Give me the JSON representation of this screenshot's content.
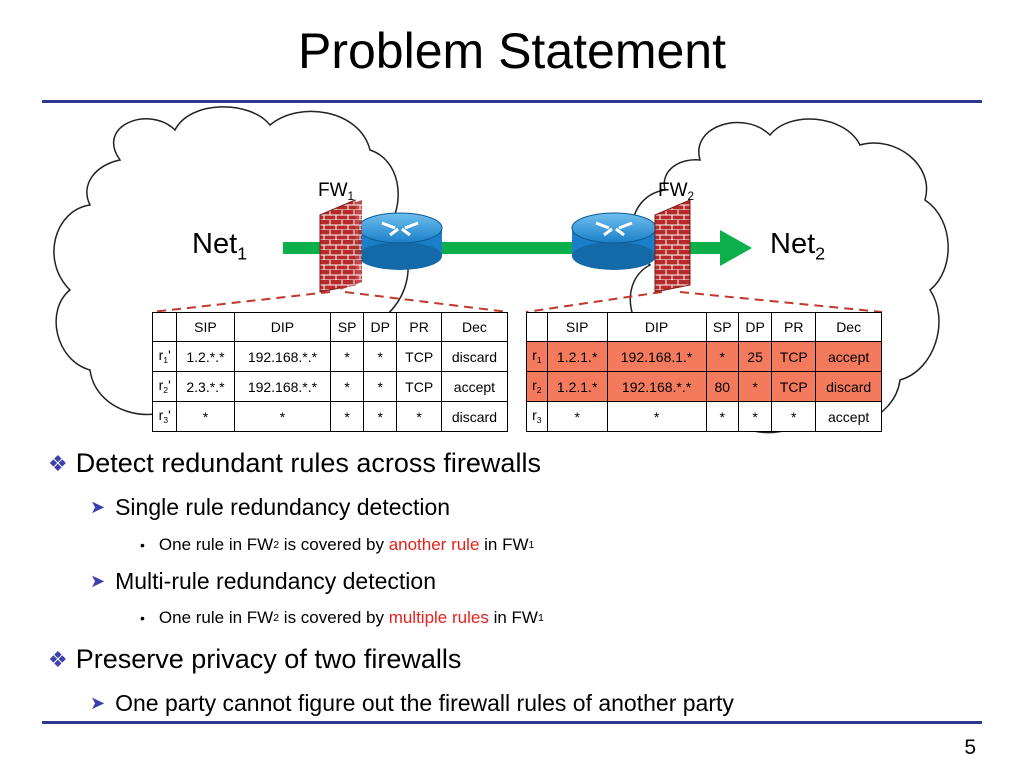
{
  "slide": {
    "title": "Problem Statement",
    "page_number": "5"
  },
  "diagram": {
    "net_left": {
      "base": "Net",
      "sub": "1"
    },
    "net_right": {
      "base": "Net",
      "sub": "2"
    },
    "fw_left": {
      "base": "FW",
      "sub": "1"
    },
    "fw_right": {
      "base": "FW",
      "sub": "2"
    },
    "colors": {
      "arrow": "#0bb04a",
      "router": "#1e90d6",
      "brick": "#b52a2a",
      "highlight": "#f47a5e",
      "dashed": "#c0392b"
    }
  },
  "table1": {
    "headers": [
      "",
      "SIP",
      "DIP",
      "SP",
      "DP",
      "PR",
      "Dec"
    ],
    "rows": [
      {
        "rule": "r",
        "sub": "1",
        "prime": "'",
        "cells": [
          "1.2.*.*",
          "192.168.*.*",
          "*",
          "*",
          "TCP",
          "discard"
        ]
      },
      {
        "rule": "r",
        "sub": "2",
        "prime": "'",
        "cells": [
          "2.3.*.*",
          "192.168.*.*",
          "*",
          "*",
          "TCP",
          "accept"
        ]
      },
      {
        "rule": "r",
        "sub": "3",
        "prime": "'",
        "cells": [
          "*",
          "*",
          "*",
          "*",
          "*",
          "discard"
        ]
      }
    ]
  },
  "table2": {
    "headers": [
      "",
      "SIP",
      "DIP",
      "SP",
      "DP",
      "PR",
      "Dec"
    ],
    "rows": [
      {
        "rule": "r",
        "sub": "1",
        "prime": "",
        "cells": [
          "1.2.1.*",
          "192.168.1.*",
          "*",
          "25",
          "TCP",
          "accept"
        ]
      },
      {
        "rule": "r",
        "sub": "2",
        "prime": "",
        "cells": [
          "1.2.1.*",
          "192.168.*.*",
          "80",
          "*",
          "TCP",
          "discard"
        ]
      },
      {
        "rule": "r",
        "sub": "3",
        "prime": "",
        "cells": [
          "*",
          "*",
          "*",
          "*",
          "*",
          "accept"
        ]
      }
    ]
  },
  "bullets": {
    "b1": "Detect redundant rules across firewalls",
    "b1_1": "Single rule redundancy detection",
    "b1_1_1": {
      "p1": "One rule in FW",
      "s1": "2",
      "p2": " is covered by ",
      "red": "another rule",
      "p3": " in FW",
      "s2": "1"
    },
    "b1_2": "Multi-rule redundancy detection",
    "b1_2_1": {
      "p1": "One rule in FW",
      "s1": "2",
      "p2": " is covered by ",
      "red": "multiple rules",
      "p3": " in FW",
      "s2": "1"
    },
    "b2": "Preserve privacy of two firewalls",
    "b2_1": "One party cannot figure out the firewall rules of another party"
  }
}
